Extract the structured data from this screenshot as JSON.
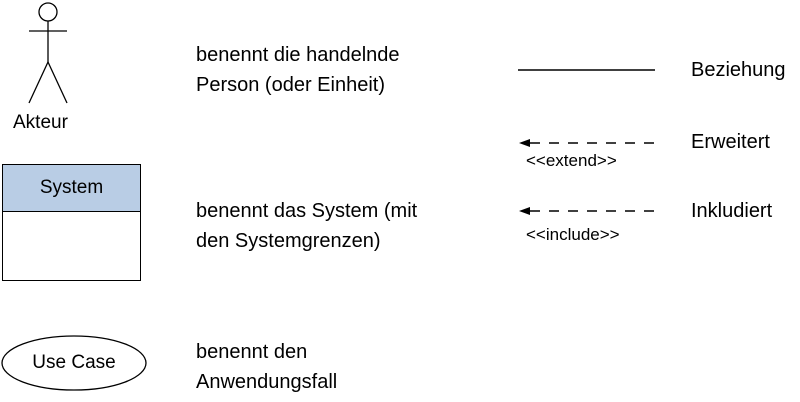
{
  "colors": {
    "system_header_fill": "#b9cde5",
    "stroke": "#000000"
  },
  "legend": {
    "actor": {
      "icon": "stick-figure-icon",
      "label": "Akteur",
      "description_line1": "benennt die handelnde",
      "description_line2": "Person (oder Einheit)"
    },
    "system": {
      "label": "System",
      "description_line1": "benennt das System (mit",
      "description_line2": "den Systemgrenzen)"
    },
    "use_case": {
      "label": "Use Case",
      "description_line1": "benennt den",
      "description_line2": "Anwendungsfall"
    },
    "relations": {
      "association": {
        "label": "Beziehung"
      },
      "extend": {
        "stereotype": "<<extend>>",
        "label": "Erweitert"
      },
      "include": {
        "stereotype": "<<include>>",
        "label": "Inkludiert"
      }
    }
  }
}
